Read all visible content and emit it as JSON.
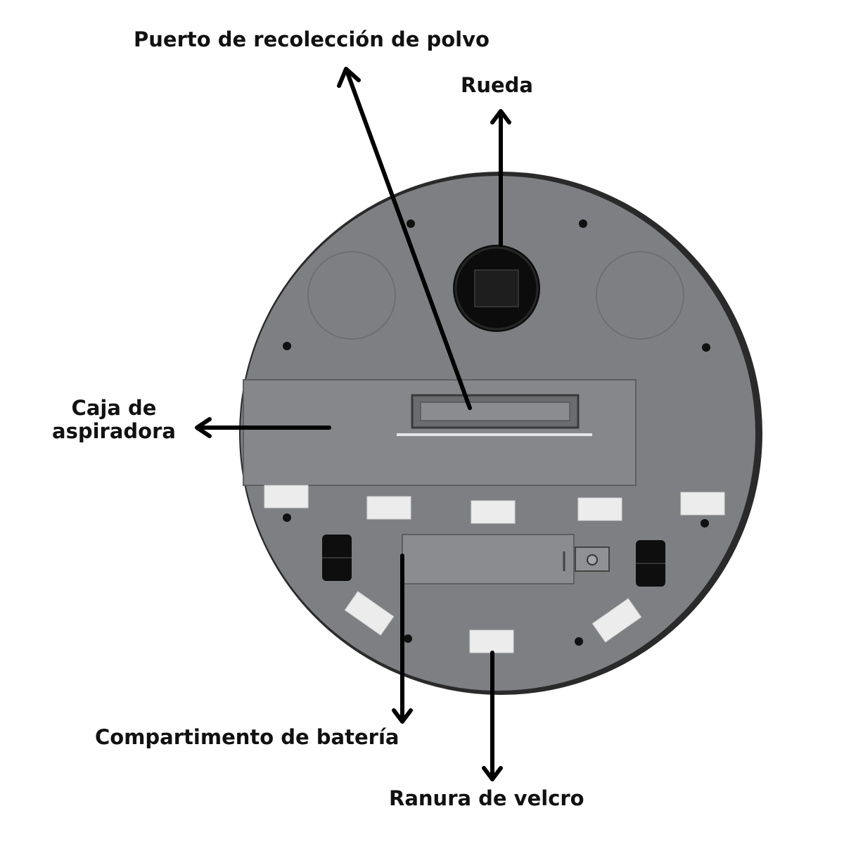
{
  "colors": {
    "background": "#ffffff",
    "robot_body": "#7d7f82",
    "robot_rim": "#2a2a2a",
    "robot_panel": "#85878a",
    "wheel": "#111111",
    "velcro": "#ececec",
    "arrow": "#000000",
    "label_text": "#111111"
  },
  "labels": {
    "dust_port": "Puerto de recolección de polvo",
    "wheel": "Rueda",
    "vacuum_box_line1": "Caja de",
    "vacuum_box_line2": "aspiradora",
    "battery": "Compartimento de batería",
    "velcro": "Ranura de velcro"
  },
  "icons": {
    "arrow": "arrow-icon",
    "wheel": "caster-wheel-icon",
    "velcro": "velcro-pad-icon"
  }
}
